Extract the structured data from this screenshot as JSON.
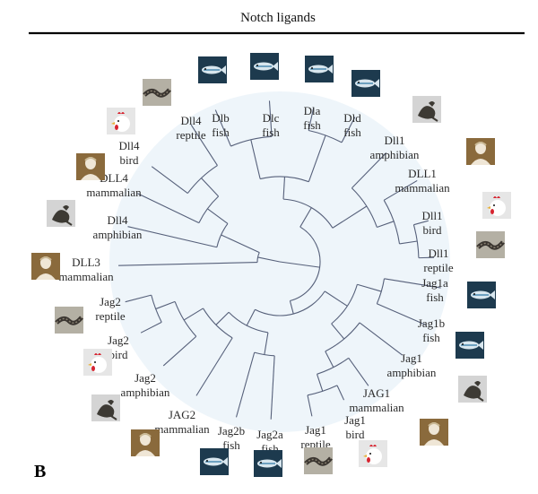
{
  "figure": {
    "title": "Notch ligands",
    "panel_letter": "B"
  },
  "colors": {
    "branch": "#56607a",
    "disc": "#eef5fa",
    "fish": "#1d3a4e",
    "mammalian": "#8a6a3c",
    "bird": "#e6e6e6",
    "amphibian": "#d4d4d4",
    "reptile": "#b4b0a4"
  },
  "icons": {
    "fish": "fish-icon",
    "mammalian": "bust-icon",
    "bird": "rooster-icon",
    "amphibian": "frog-icon",
    "reptile": "snake-icon"
  },
  "taxa": [
    {
      "gene": "Dlb",
      "group": "fish"
    },
    {
      "gene": "Dlc",
      "group": "fish"
    },
    {
      "gene": "Dla",
      "group": "fish"
    },
    {
      "gene": "Dld",
      "group": "fish"
    },
    {
      "gene": "Dll1",
      "group": "amphibian"
    },
    {
      "gene": "DLL1",
      "group": "mammalian"
    },
    {
      "gene": "Dll1",
      "group": "bird"
    },
    {
      "gene": "Dll1",
      "group": "reptile"
    },
    {
      "gene": "Jag1a",
      "group": "fish"
    },
    {
      "gene": "Jag1b",
      "group": "fish"
    },
    {
      "gene": "Jag1",
      "group": "amphibian"
    },
    {
      "gene": "JAG1",
      "group": "mammalian"
    },
    {
      "gene": "Jag1",
      "group": "bird"
    },
    {
      "gene": "Jag1",
      "group": "reptile"
    },
    {
      "gene": "Jag2a",
      "group": "fish"
    },
    {
      "gene": "Jag2b",
      "group": "fish"
    },
    {
      "gene": "JAG2",
      "group": "mammalian"
    },
    {
      "gene": "Jag2",
      "group": "amphibian"
    },
    {
      "gene": "Jag2",
      "group": "bird"
    },
    {
      "gene": "Jag2",
      "group": "reptile"
    },
    {
      "gene": "DLL3",
      "group": "mammalian"
    },
    {
      "gene": "Dll4",
      "group": "amphibian"
    },
    {
      "gene": "DLL4",
      "group": "mammalian"
    },
    {
      "gene": "Dll4",
      "group": "bird"
    },
    {
      "gene": "Dll4",
      "group": "reptile"
    }
  ]
}
